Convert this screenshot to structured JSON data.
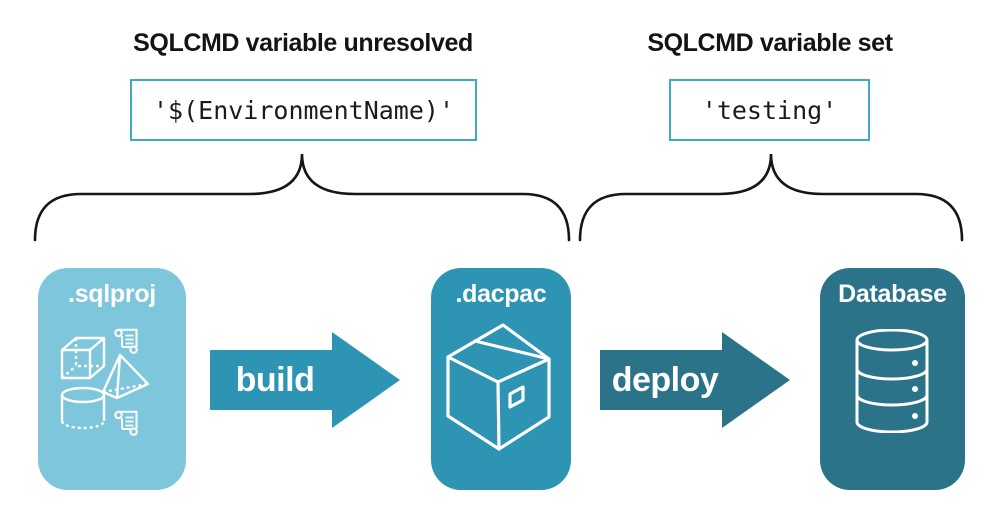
{
  "annotations": {
    "unresolved": {
      "title": "SQLCMD variable unresolved",
      "code": "'$(EnvironmentName)'"
    },
    "set": {
      "title": "SQLCMD variable set",
      "code": "'testing'"
    }
  },
  "pipeline": {
    "stages": [
      {
        "label": ".sqlproj",
        "icon": "sql-objects-icon"
      },
      {
        "label": ".dacpac",
        "icon": "package-icon"
      },
      {
        "label": "Database",
        "icon": "database-icon"
      }
    ],
    "arrows": [
      {
        "label": "build"
      },
      {
        "label": "deploy"
      }
    ]
  },
  "colors": {
    "background": "#ffffff",
    "heading_text": "#141414",
    "code_text": "#1b1b1b",
    "code_box_border": "#3fa9c6",
    "brace_stroke": "#161616",
    "stage_sqlproj": "#7ec6db",
    "stage_dacpac": "#2e94b3",
    "stage_database": "#2a7389",
    "arrow_build": "#2e94b3",
    "arrow_deploy": "#2a7389",
    "icon_stroke": "#ffffff",
    "stage_label_text": "#ffffff"
  }
}
